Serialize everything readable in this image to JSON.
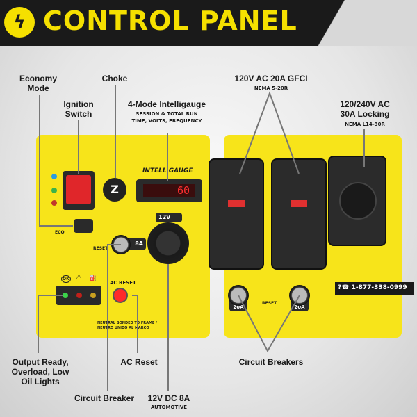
{
  "header": {
    "title": "CONTROL PANEL",
    "logo_icon": "champion-logo-icon"
  },
  "labels": {
    "economy_mode": "Economy Mode",
    "ignition_switch": "Ignition Switch",
    "choke": "Choke",
    "intelligauge": "4-Mode Intelligauge",
    "intelligauge_sub": "SESSION & TOTAL RUN TIME, VOLTS, FREQUENCY",
    "gfci": "120V AC 20A GFCI",
    "gfci_sub": "NEMA 5-20R",
    "locking": "120/240V AC 30A Locking",
    "locking_sub": "NEMA L14-30R",
    "lights": "Output Ready, Overload, Low Oil Lights",
    "ac_reset": "AC Reset",
    "circuit_breakers": "Circuit Breakers",
    "circuit_breaker": "Circuit Breaker",
    "dc": "12V DC 8A",
    "dc_sub": "AUTOMOTIVE"
  },
  "panel": {
    "gauge_brand": "INTELL GAUGE",
    "gauge_reading": "60",
    "eco": "ECO",
    "reset": "RESET",
    "breaker_8a": "8A",
    "dc_port": "12V",
    "ac_reset": "AC RESET",
    "neutral": "NEUTRAL BONDED TO FRAME / NEUTRO UNIDO AL MARCO",
    "breaker_left": "20A",
    "breaker_right": "20A",
    "breakers_reset": "RESET",
    "phone": "1-877-338-0999",
    "ok": "OK"
  },
  "colors": {
    "accent": "#f5e000",
    "panel": "#f7e41a",
    "dark": "#1a1a1a",
    "red": "#e03030"
  }
}
